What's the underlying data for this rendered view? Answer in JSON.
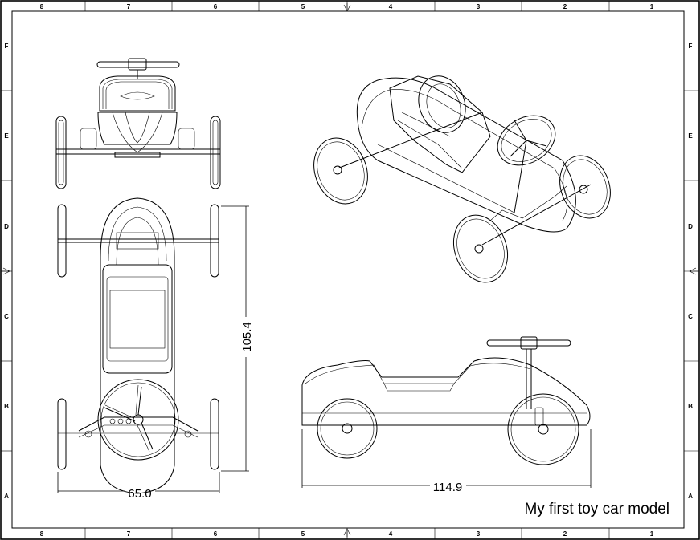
{
  "drawing": {
    "title": "My first toy car model",
    "zones_columns": [
      "8",
      "7",
      "6",
      "5",
      "4",
      "3",
      "2",
      "1"
    ],
    "zones_rows": [
      "F",
      "E",
      "D",
      "C",
      "B",
      "A"
    ],
    "dimensions": {
      "width": "65.0",
      "height": "105.4",
      "length": "114.9"
    }
  },
  "colors": {
    "line": "#000000",
    "paper": "#ffffff"
  }
}
